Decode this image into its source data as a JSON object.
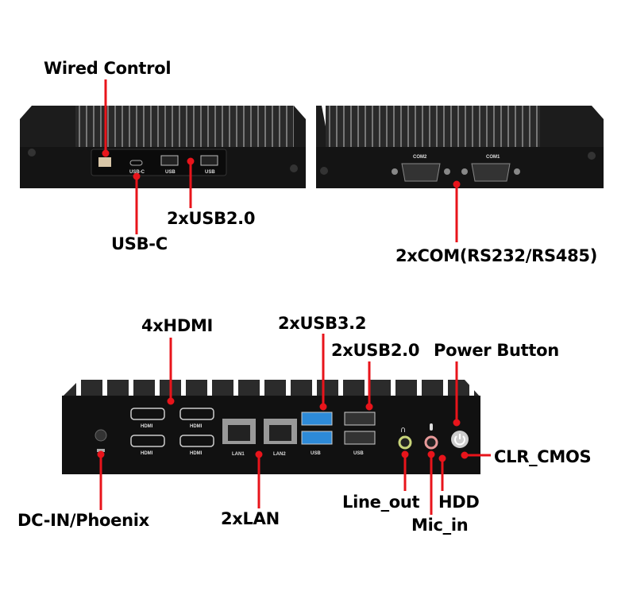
{
  "title": "Fanless Mini PC I/O Ports",
  "colors": {
    "callout": "#e8141b",
    "body": "#141414",
    "usb3": "#2d8ad8",
    "line_out": "#c8d47a",
    "mic_in": "#e89a9a"
  },
  "labels": {
    "wired_control": "Wired Control",
    "usb_c": "USB-C",
    "usb20_front": "2xUSB2.0",
    "com": "2xCOM(RS232/RS485)",
    "hdmi": "4xHDMI",
    "usb32": "2xUSB3.2",
    "usb20_rear": "2xUSB2.0",
    "power_button": "Power Button",
    "clr_cmos": "CLR_CMOS",
    "dc_in": "DC-IN/Phoenix",
    "lan": "2xLAN",
    "line_out": "Line_out",
    "hdd": "HDD",
    "mic_in": "Mic_in"
  },
  "port_text": {
    "usb_c": "USB-C",
    "usb": "USB",
    "com1": "COM1",
    "com2": "COM2",
    "hdmi": "HDMI",
    "lan1": "LAN1",
    "lan2": "LAN2"
  }
}
